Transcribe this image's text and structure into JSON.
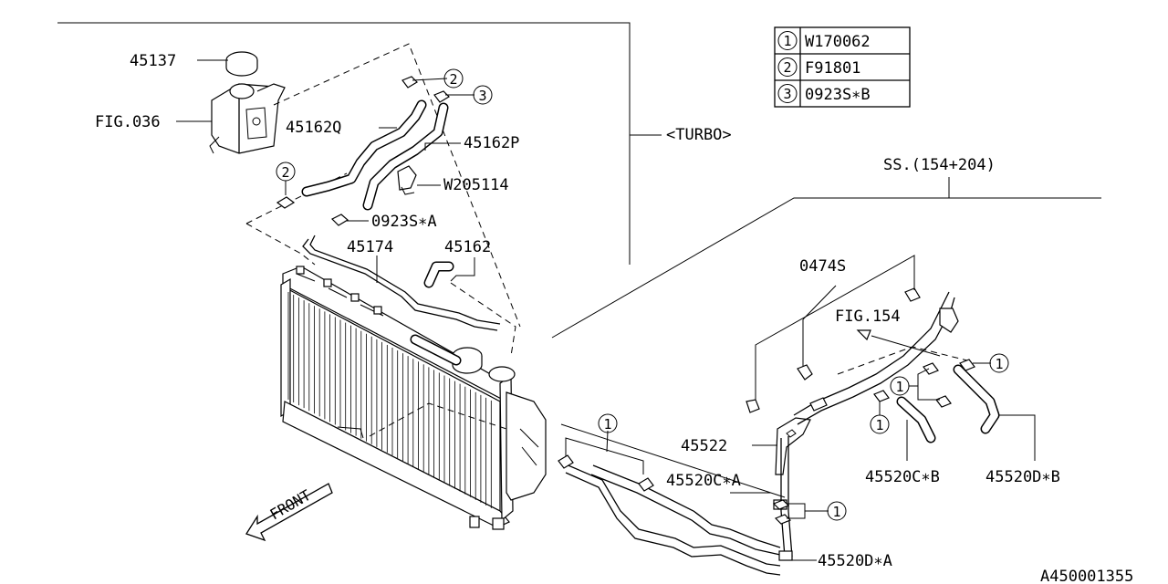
{
  "legend": [
    {
      "num": "1",
      "code": "W170062"
    },
    {
      "num": "2",
      "code": "F91801"
    },
    {
      "num": "3",
      "code": "0923S∗B"
    }
  ],
  "labels": {
    "p45137": "45137",
    "fig036": "FIG.036",
    "p45162q": "45162Q",
    "p45162p": "45162P",
    "w205114": "W205114",
    "p0923sa": "0923S∗A",
    "p45174": "45174",
    "p45162": "45162",
    "turbo": "<TURBO>",
    "ss": "SS.(154+204)",
    "p0474s": "0474S",
    "fig154": "FIG.154",
    "p45522": "45522",
    "p45520ca": "45520C∗A",
    "p45520cb": "45520C∗B",
    "p45520db": "45520D∗B",
    "p45520da": "45520D∗A",
    "front": "FRONT",
    "diagram_id": "A450001355"
  },
  "callouts": {
    "two": "2",
    "three": "3",
    "one": "1"
  }
}
